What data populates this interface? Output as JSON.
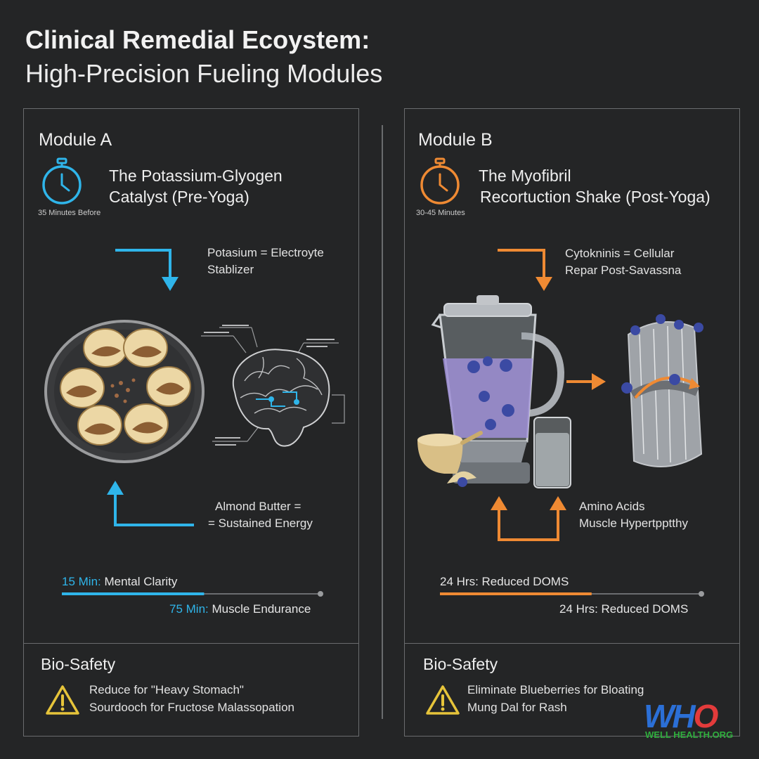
{
  "header": {
    "title_line1": "Clinical Remedial Ecoystem:",
    "title_line2": "High-Precision Fueling Modules"
  },
  "colors": {
    "accent_a": "#2fb5ea",
    "accent_b": "#ef8a33",
    "warning": "#e6c43a",
    "background": "#242526"
  },
  "module_a": {
    "label": "Module A",
    "title_line1": "The Potassium-Glyogen",
    "title_line2": "Catalyst (Pre-Yoga)",
    "timing": "35 Minutes Before",
    "clock_icon": "stopwatch-icon",
    "label_top_line1": "Potasium = Electroyte",
    "label_top_line2": "Stablizer",
    "label_bottom_line1": "Almond Butter =",
    "label_bottom_line2": "= Sustained Energy",
    "timeline": {
      "first_time": "15 Min:",
      "first_text": "Mental Clarity",
      "second_time": "75 Min:",
      "second_text": "Muscle Endurance",
      "progress": 0.55
    },
    "biosafety": {
      "heading": "Bio-Safety",
      "icon": "warning-icon",
      "line1": "Reduce for \"Heavy Stomach\"",
      "line2": "Sourdooch for Fructose Malassopation"
    }
  },
  "module_b": {
    "label": "Module B",
    "title_line1": "The Myofibril",
    "title_line2": "Recortuction Shake (Post-Yoga)",
    "timing": "30-45 Minutes",
    "clock_icon": "stopwatch-icon",
    "label_top_line1": "Cytokninis = Cellular",
    "label_top_line2": "Repar Post-Savassna",
    "label_bottom_line1": "Amino Acids",
    "label_bottom_line2": "Muscle Hypertpptthy",
    "timeline": {
      "first_text": "24 Hrs: Reduced DOMS",
      "second_text": "24 Hrs: Reduced DOMS",
      "progress": 0.58
    },
    "biosafety": {
      "heading": "Bio-Safety",
      "icon": "warning-icon",
      "line1": "Eliminate Blueberries for Bloating",
      "line2": "Mung Dal for Rash"
    }
  },
  "logo": {
    "letters_w": "WH",
    "letters_o": "O",
    "subtext": "WELL HEALTH.ORG"
  }
}
